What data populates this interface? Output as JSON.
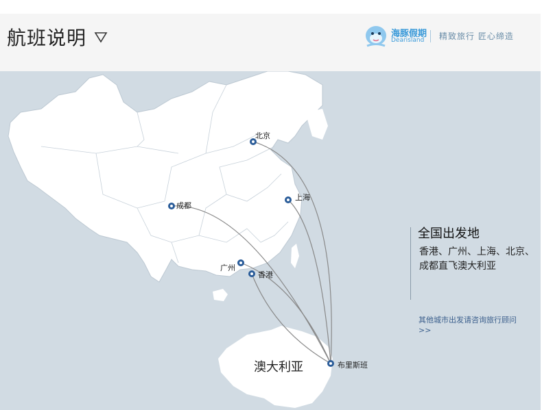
{
  "header": {
    "title": "航班说明",
    "dropdown_icon": "triangle-down-outline-icon",
    "brand": {
      "logo_icon": "dolphin-mascot-icon",
      "name": "海豚假期",
      "sub": "Dearisland",
      "slogan": "精致旅行 匠心缔造"
    }
  },
  "map": {
    "cities": [
      {
        "name": "北京",
        "role": "departure"
      },
      {
        "name": "上海",
        "role": "departure"
      },
      {
        "name": "成都",
        "role": "departure"
      },
      {
        "name": "广州",
        "role": "departure"
      },
      {
        "name": "香港",
        "role": "departure"
      }
    ],
    "destination": "布里斯班",
    "region_label": "澳大利亚",
    "pin_color": "#2a5c99",
    "land_color": "#ffffff",
    "sea_color": "#d1dbe3",
    "route_color": "#888888"
  },
  "info": {
    "title": "全国出发地",
    "body": "香港、广州、上海、北京、成都直飞澳大利亚",
    "link": "其他城市出发请咨询旅行顾问>>"
  }
}
